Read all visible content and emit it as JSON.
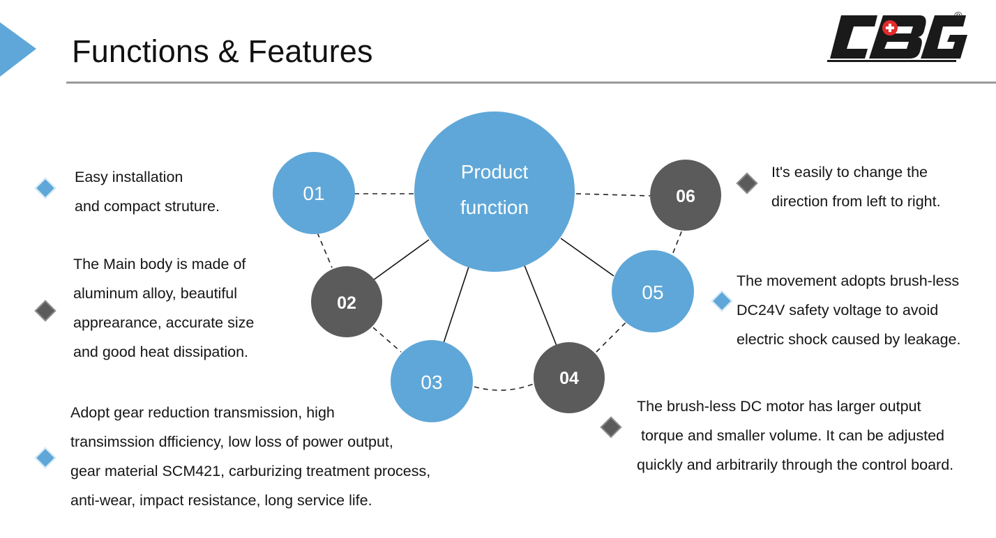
{
  "header": {
    "title": "Functions & Features",
    "logo_text": "CBG",
    "logo_mark": "®"
  },
  "colors": {
    "blue": "#5fa7d8",
    "dark": "#5b5b5b",
    "rule": "#9a9a9a",
    "accent_arrow": "#5fa7d8"
  },
  "center": {
    "line1": "Product",
    "line2": "function"
  },
  "nodes": [
    {
      "label": "01",
      "style": "blue"
    },
    {
      "label": "02",
      "style": "dark"
    },
    {
      "label": "03",
      "style": "blue"
    },
    {
      "label": "04",
      "style": "dark"
    },
    {
      "label": "05",
      "style": "blue"
    },
    {
      "label": "06",
      "style": "dark"
    }
  ],
  "features": [
    {
      "bullet": "blue",
      "lines": [
        "Easy installation",
        "and compact struture."
      ]
    },
    {
      "bullet": "dark",
      "lines": [
        "The Main body is made of",
        "aluminum alloy, beautiful",
        "apprearance, accurate size",
        "and good heat dissipation."
      ]
    },
    {
      "bullet": "blue",
      "lines": [
        "Adopt gear reduction transmission, high",
        "transimssion dfficiency, low loss of power output,",
        "gear material SCM421, carburizing treatment process,",
        "anti-wear, impact resistance, long service life."
      ]
    },
    {
      "bullet": "dark",
      "lines": [
        "The brush-less DC motor has larger output",
        " torque and smaller volume. It can be adjusted",
        "quickly and arbitrarily through the control board."
      ]
    },
    {
      "bullet": "blue",
      "lines": [
        "The movement adopts brush-less",
        "DC24V safety voltage to avoid",
        "electric shock caused by leakage."
      ]
    },
    {
      "bullet": "dark",
      "lines": [
        "It's easily to change the",
        "direction from left to right."
      ]
    }
  ]
}
